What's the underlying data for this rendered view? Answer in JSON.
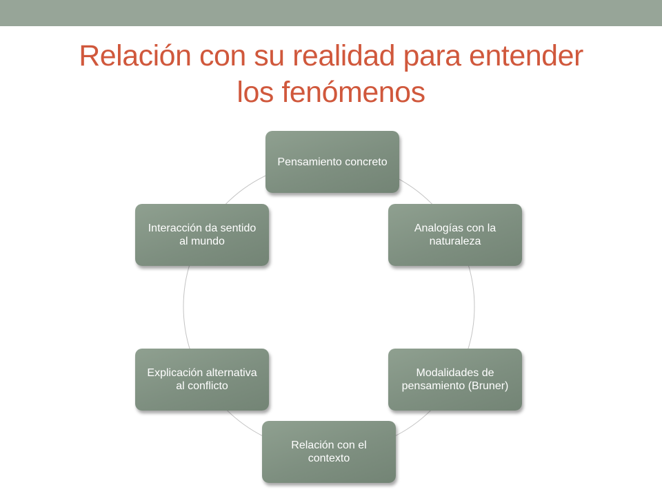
{
  "slide": {
    "title_line1": "Relación con su realidad para entender",
    "title_line2": "los fenómenos",
    "accent_color": "#d0583c",
    "bar_color": "#97a598",
    "node_color": "#7e8f80"
  },
  "cycle": {
    "nodes": [
      {
        "label": "Pensamiento concreto"
      },
      {
        "label": "Analogías con la naturaleza"
      },
      {
        "label": "Modalidades de pensamiento (Bruner)"
      },
      {
        "label": "Relación con el contexto"
      },
      {
        "label": "Explicación alternativa al conflicto"
      },
      {
        "label": "Interacción da sentido al mundo"
      }
    ]
  }
}
